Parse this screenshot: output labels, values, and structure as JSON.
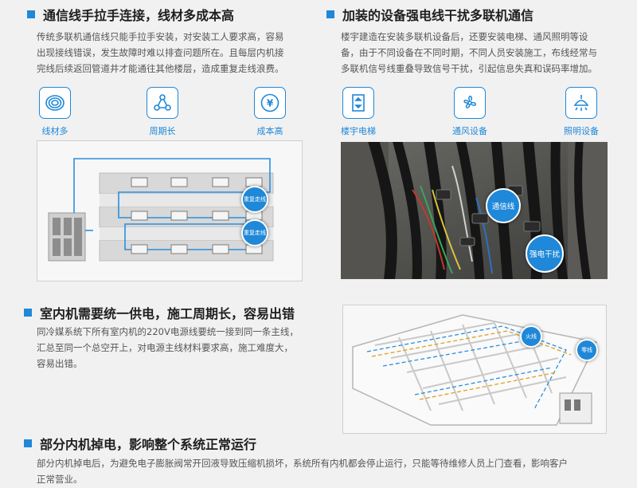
{
  "sections": {
    "comm_wiring": {
      "title": "通信线手拉手连接，线材多成本高",
      "desc": [
        "传统多联机通信线只能手拉手安装，对安装工人要求高，容易",
        "出现接线错误，发生故障时难以排查问题所在。且每层内机接",
        "完线后续返回管道井才能通往其他楼层，造成重复走线浪费。"
      ],
      "icons": [
        {
          "label": "线材多",
          "icon": "cable-coil-icon"
        },
        {
          "label": "周期长",
          "icon": "network-icon"
        },
        {
          "label": "成本高",
          "icon": "yen-coin-icon"
        }
      ],
      "diagram_labels": {
        "repeat_1": "重复走线",
        "repeat_2": "重复走线"
      }
    },
    "interference": {
      "title": "加装的设备强电线干扰多联机通信",
      "desc": [
        "楼宇建造在安装多联机设备后，还要安装电梯、通风照明等设",
        "备，由于不同设备在不同时期，不同人员安装施工，布线经常与",
        "多联机信号线重叠导致信号干扰，引起信息失真和误码率增加。"
      ],
      "icons": [
        {
          "label": "楼宇电梯",
          "icon": "elevator-icon"
        },
        {
          "label": "通风设备",
          "icon": "fan-icon"
        },
        {
          "label": "照明设备",
          "icon": "ceiling-lamp-icon"
        }
      ],
      "photo_labels": {
        "comm": "通信线",
        "power": "强电干扰"
      }
    },
    "power_supply": {
      "title": "室内机需要统一供电，施工周期长，容易出错",
      "desc": [
        "同冷媒系统下所有室内机的220V电源线要统一接到同一条主线，",
        "汇总至同一个总空开上，对电源主线材料要求高，施工难度大，",
        "容易出错。"
      ],
      "floor_labels": {
        "live": "火线",
        "neutral": "零线"
      }
    },
    "outage": {
      "title": "部分内机掉电，影响整个系统正常运行",
      "desc": [
        "部分内机掉电后，为避免电子膨胀阀常开回液导致压缩机损坏，系统所有内机都会停止运行，只能等待维修人员上门查看，影响客户",
        "正常营业。"
      ]
    }
  },
  "colors": {
    "accent": "#1f88d8",
    "title": "#1e1e1e",
    "text": "#555555"
  }
}
